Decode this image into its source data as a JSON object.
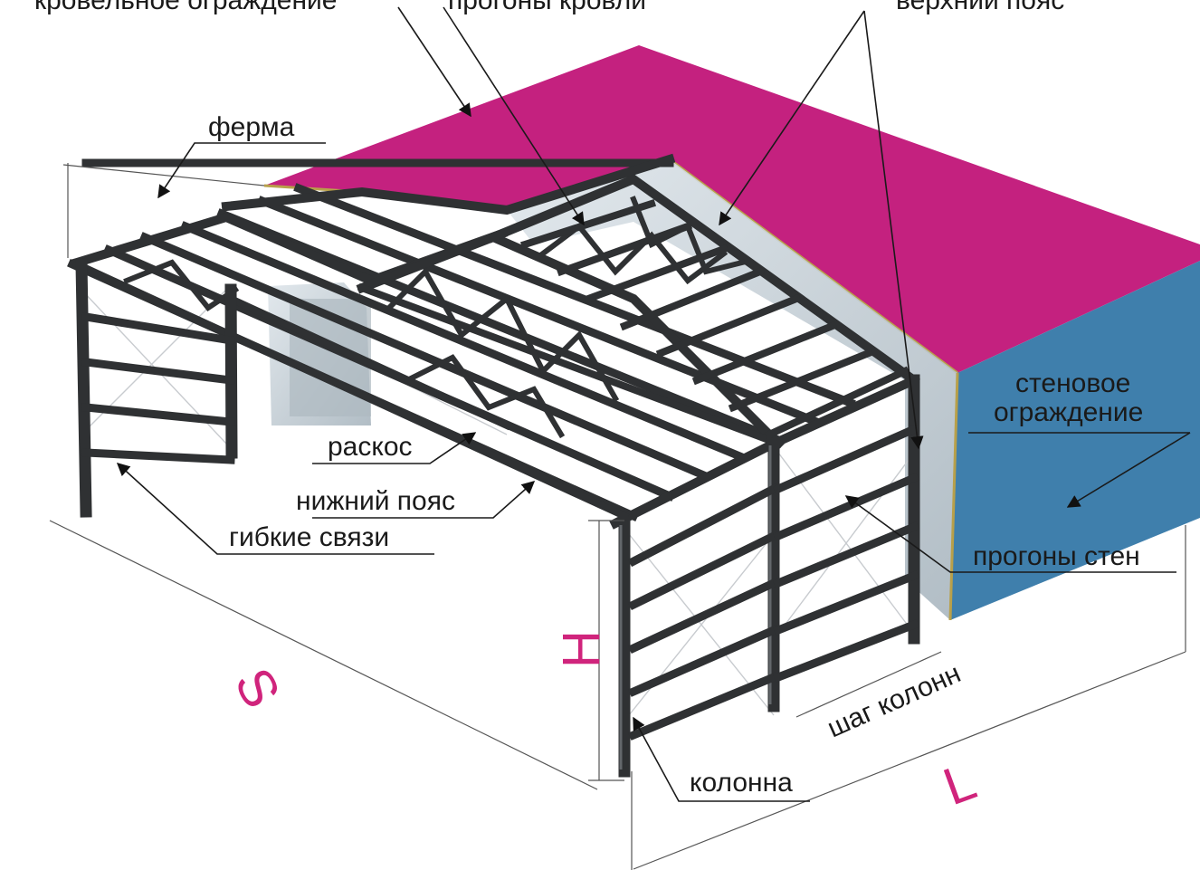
{
  "colors": {
    "roof": "#c4217f",
    "wall": "#3f7fac",
    "steel": "#2f3133",
    "glass": "#c9d3da",
    "dimension": "#d0247c"
  },
  "labels": {
    "roof_cladding": "кровельное ограждение",
    "roof_purlins": "прогоны кровли",
    "top_chord": "верхний пояс",
    "truss": "ферма",
    "wall_cladding_line1": "стеновое",
    "wall_cladding_line2": "ограждение",
    "diagonal": "раскос",
    "bottom_chord": "нижний пояс",
    "flexible_bracing": "гибкие связи",
    "wall_purlins": "прогоны стен",
    "column_pitch": "шаг колонн",
    "column": "колонна"
  },
  "dimensions": {
    "span": "S",
    "height": "H",
    "length": "L"
  }
}
